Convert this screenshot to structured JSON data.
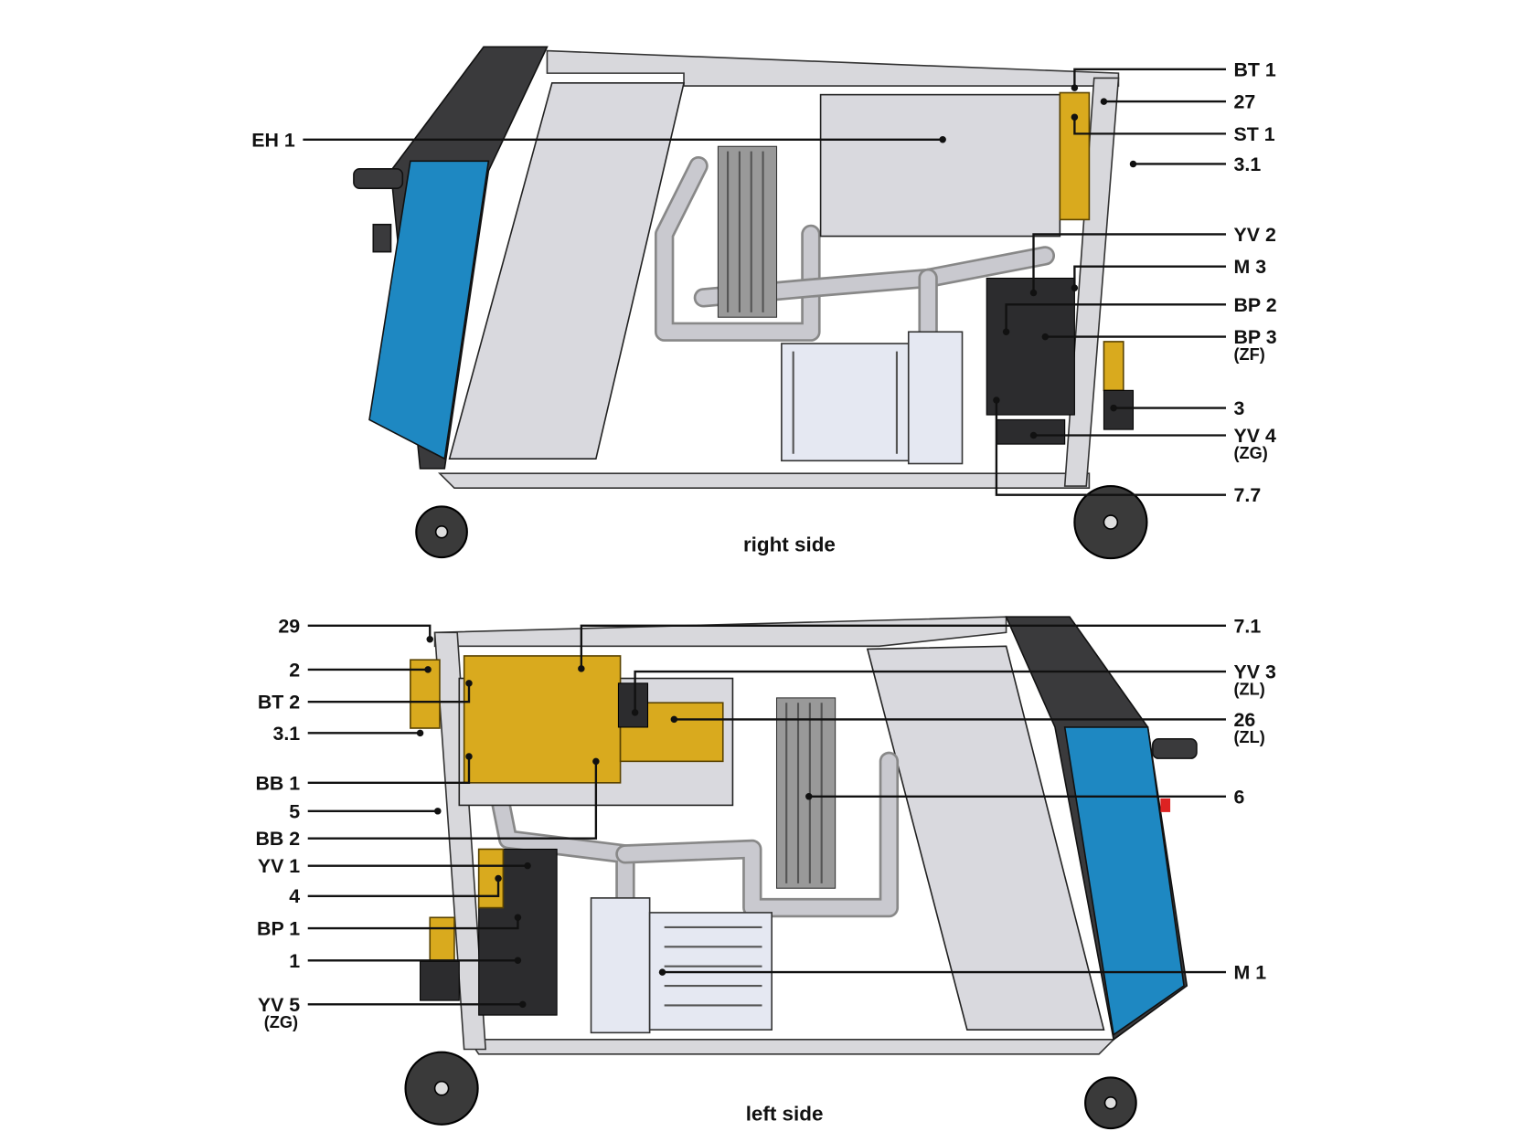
{
  "right_side": {
    "caption": "right side",
    "labels": [
      {
        "text": "EH 1",
        "sub": ""
      },
      {
        "text": "BT 1",
        "sub": ""
      },
      {
        "text": "27",
        "sub": ""
      },
      {
        "text": "ST 1",
        "sub": ""
      },
      {
        "text": "3.1",
        "sub": ""
      },
      {
        "text": "YV 2",
        "sub": ""
      },
      {
        "text": "M 3",
        "sub": ""
      },
      {
        "text": "BP 2",
        "sub": ""
      },
      {
        "text": "BP 3",
        "sub": "(ZF)"
      },
      {
        "text": "3",
        "sub": ""
      },
      {
        "text": "YV 4",
        "sub": "(ZG)"
      },
      {
        "text": "7.7",
        "sub": ""
      }
    ]
  },
  "left_side": {
    "caption": "left side",
    "labels": [
      {
        "text": "29",
        "sub": ""
      },
      {
        "text": "2",
        "sub": ""
      },
      {
        "text": "BT 2",
        "sub": ""
      },
      {
        "text": "3.1",
        "sub": ""
      },
      {
        "text": "BB 1",
        "sub": ""
      },
      {
        "text": "5",
        "sub": ""
      },
      {
        "text": "BB 2",
        "sub": ""
      },
      {
        "text": "YV 1",
        "sub": ""
      },
      {
        "text": "4",
        "sub": ""
      },
      {
        "text": "BP 1",
        "sub": ""
      },
      {
        "text": "1",
        "sub": ""
      },
      {
        "text": "YV 5",
        "sub": "(ZG)"
      },
      {
        "text": "7.1",
        "sub": ""
      },
      {
        "text": "YV 3",
        "sub": "(ZL)"
      },
      {
        "text": "26",
        "sub": "(ZL)"
      },
      {
        "text": "6",
        "sub": ""
      },
      {
        "text": "M 1",
        "sub": ""
      }
    ]
  }
}
